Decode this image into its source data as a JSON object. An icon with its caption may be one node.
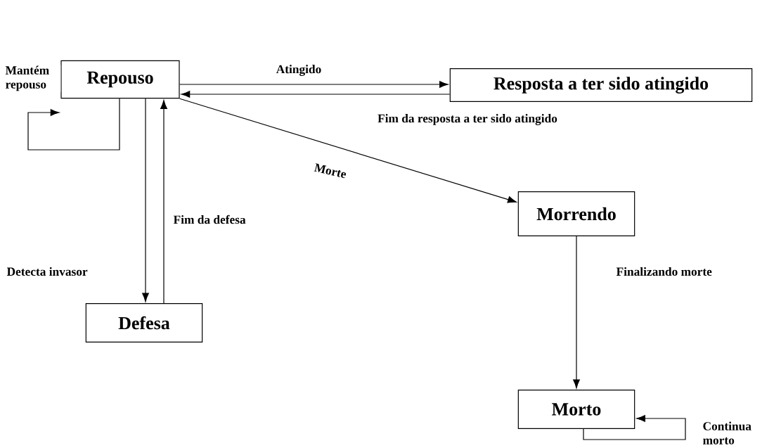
{
  "diagram": {
    "nodes": [
      {
        "text": [
          "Repouso"
        ]
      },
      {
        "text": [
          "Resposta a ter sido atingido"
        ]
      },
      {
        "text": [
          "Morrendo"
        ]
      },
      {
        "text": [
          "Defesa"
        ]
      },
      {
        "text": [
          "Morto"
        ]
      }
    ],
    "edges": [
      {
        "from": 0,
        "to": 1,
        "arrow": "to",
        "label": "Atingido"
      },
      {
        "from": 1,
        "to": 0,
        "arrow": "to",
        "label": "Fim da resposta a ter sido atingido"
      },
      {
        "from": 0,
        "to": 0,
        "arrow": "to",
        "label": "Mantém repouso"
      },
      {
        "from": 0,
        "to": 2,
        "arrow": "to",
        "label": "Morte"
      },
      {
        "from": 0,
        "to": 3,
        "arrow": "to",
        "label": "Detecta invasor"
      },
      {
        "from": 3,
        "to": 0,
        "arrow": "to",
        "label": "Fim da defesa"
      },
      {
        "from": 2,
        "to": 4,
        "arrow": "to",
        "label": "Finalizando morte"
      },
      {
        "from": 4,
        "to": 4,
        "arrow": "to",
        "label": "Continua morto"
      }
    ]
  }
}
